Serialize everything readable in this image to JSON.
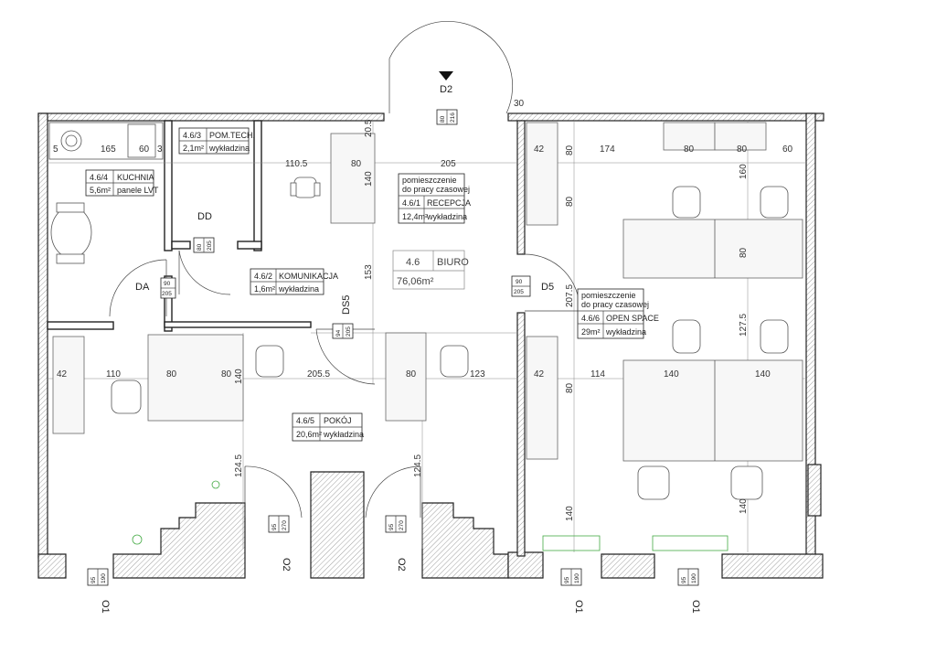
{
  "rooms": {
    "kuchnia": {
      "code": "4.6/4",
      "name": "KUCHNIA",
      "area": "5,6m²",
      "floor": "panele LVT"
    },
    "pomtech": {
      "code": "4.6/3",
      "name": "POM.TECH.",
      "area": "2,1m²",
      "floor": "wykładzina"
    },
    "recepcja": {
      "note1": "pomieszczenie",
      "note2": "do pracy czasowej",
      "code": "4.6/1",
      "name": "RECEPCJA",
      "area": "12,4m²",
      "floor": "wykładzina"
    },
    "biuro": {
      "code": "4.6",
      "name": "BIURO",
      "area": "76,06m²"
    },
    "komunikacja": {
      "code": "4.6/2",
      "name": "KOMUNIKACJA",
      "area": "1,6m²",
      "floor": "wykładzina"
    },
    "openspace": {
      "note1": "pomieszczenie",
      "note2": "do pracy czasowej",
      "code": "4.6/6",
      "name": "OPEN SPACE",
      "area": "29m²",
      "floor": "wykładzina"
    },
    "pokoj": {
      "code": "4.6/5",
      "name": "POKÓJ",
      "area": "20,6m²",
      "floor": "wykładzina"
    }
  },
  "doors": {
    "d2": "D2",
    "dd": "DD",
    "da": "DA",
    "d5": "D5",
    "ds5": "DS5",
    "o2a": "O2",
    "o2b": "O2",
    "o1a": "O1",
    "o1b": "O1",
    "o1c": "O1"
  },
  "door_tags": {
    "d2": [
      "80",
      "216"
    ],
    "dd": [
      "80",
      "205"
    ],
    "da": [
      "90",
      "205"
    ],
    "d5": [
      "90",
      "205"
    ],
    "ds5": [
      "94",
      "205"
    ],
    "o2a": [
      "95",
      "270"
    ],
    "o2b": [
      "95",
      "270"
    ],
    "o1a": [
      "95",
      "190"
    ],
    "o1b": [
      "95",
      "190"
    ],
    "o1c": [
      "95",
      "190"
    ]
  },
  "dims": {
    "k_5": "5",
    "k_165": "165",
    "k_60": "60",
    "k_3": "3",
    "r_1105": "110.5",
    "r_80": "80",
    "r_205": "205",
    "r_203": "20.5",
    "r_140": "140",
    "r_153": "153",
    "d2_30": "30",
    "os_42": "42",
    "os_174": "174",
    "os_80": "80",
    "os_60": "60",
    "os_160": "160",
    "os_80v": "80",
    "os_2075": "207.5",
    "os_1275": "127.5",
    "os2_42": "42",
    "os2_114": "114",
    "os2_140a": "140",
    "os2_140b": "140",
    "os2_140v": "140",
    "os2_140bot": "140",
    "os2_80v": "80",
    "p_42": "42",
    "p_110": "110",
    "p_80a": "80",
    "p_80b": "80",
    "p_140": "140",
    "p_2055": "205.5",
    "p_80c": "80",
    "p_123": "123",
    "p_1245a": "124.5",
    "p_1245b": "124.5"
  }
}
